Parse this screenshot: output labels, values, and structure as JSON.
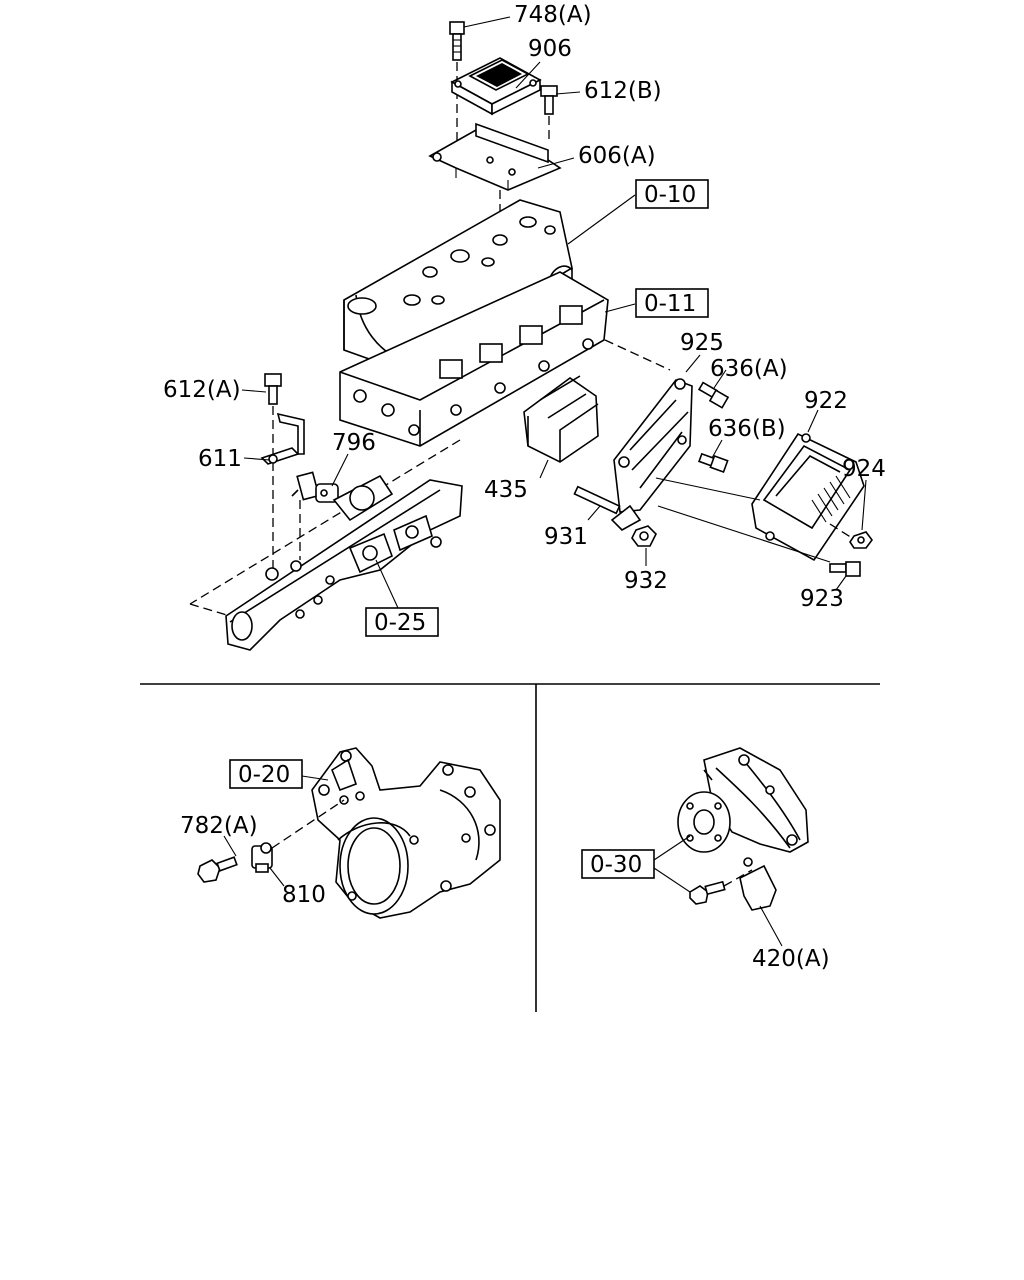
{
  "labels": {
    "p748a": "748(A)",
    "p906": "906",
    "p612b": "612(B)",
    "p606a": "606(A)",
    "ref010": "0-10",
    "ref011": "0-11",
    "p925": "925",
    "p636a": "636(A)",
    "p922": "922",
    "p612a": "612(A)",
    "p636b": "636(B)",
    "p924": "924",
    "p611": "611",
    "p796": "796",
    "p435": "435",
    "p931": "931",
    "p932": "932",
    "p923": "923",
    "ref025": "0-25",
    "ref020": "0-20",
    "p782a": "782(A)",
    "p810": "810",
    "ref030": "0-30",
    "p420a": "420(A)"
  }
}
